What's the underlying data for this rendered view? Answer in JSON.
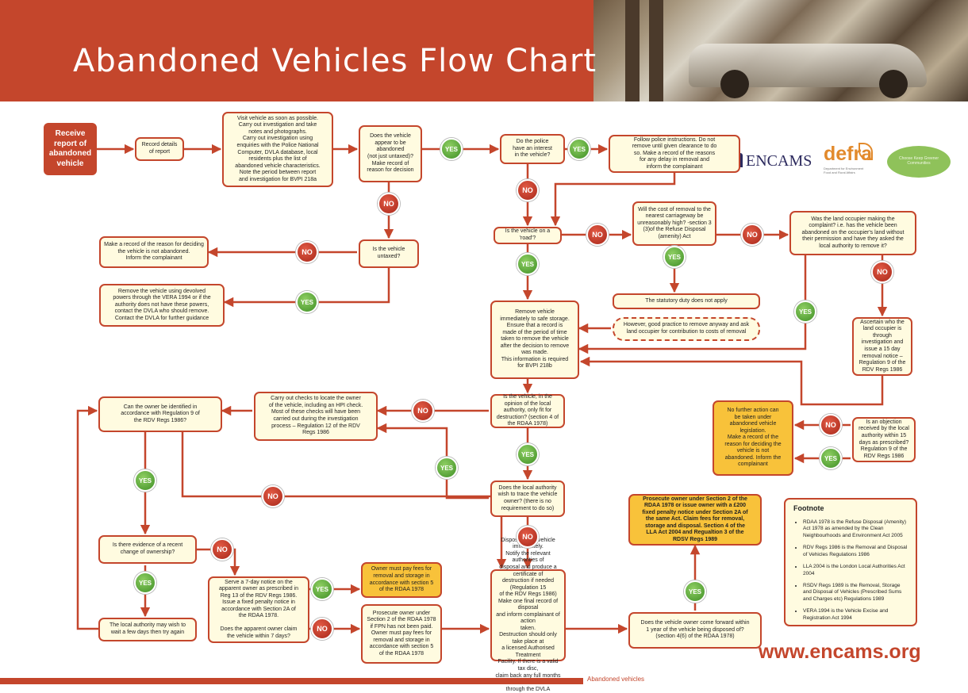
{
  "title": "Abandoned Vehicles Flow Chart",
  "website": "www.encams.org",
  "footer_text": "Abandoned vehicles",
  "logos": {
    "encams": "ENCAMS",
    "defra": "defra",
    "defra_sub": "Department for Environment Food and Rural Affairs",
    "green": "Choose Keep Greener Communities"
  },
  "colors": {
    "accent": "#c4462c",
    "box_fill": "#fffbe0",
    "highlight_fill": "#f8c23a",
    "yes": "#4a9a2e",
    "no": "#b93221"
  },
  "nodes": {
    "receive": "Receive\nreport of\nabandoned\nvehicle",
    "record_details": "Record details\nof report",
    "visit": "Visit vehicle as soon as possible.\nCarry out investigation and take\nnotes and photographs.\nCarry out investigation using\nenquiries with the Police National\nComputer, DVLA database, local\nresidents plus the list of\nabandoned vehicle characteristics.\nNote the period between report\nand investigation for BVPI 218a",
    "appear_abandoned": "Does the vehicle\nappear to be\nabandoned\n(not just untaxed)?\nMake record of\nreason for decision",
    "police_interest": "Do the police\nhave an interest\nin the vehicle?",
    "follow_police": "Follow police instructions. Do not\nremove until given clearance to do\nso. Make a record of the reasons\nfor any delay in removal and\ninform the complainant",
    "not_abandoned_record": "Make a record of the reason for deciding\nthe vehicle is not abandoned.\nInform the complainant",
    "untaxed": "Is the vehicle\nuntaxed?",
    "remove_devolved": "Remove the vehicle using devolved\npowers through the VERA 1994 or if the\nauthority does not have these powers,\ncontact the DVLA who should remove.\nContact the DVLA for further guidance",
    "on_road": "Is the vehicle on a 'road'?",
    "cost_removal": "Will the cost of removal to the\nnearest carriageway be\nunreasonably high? -section 3\n(3)of the Refuse Disposal\n(amenity) Act",
    "land_occupier": "Was the land occupier making the\ncomplaint? i.e. has the vehicle been\nabandoned on the occupier's land without\ntheir permission and have they asked the\nlocal authority to remove it?",
    "statutory_duty": "The statutory duty does not apply",
    "good_practice": "However, good practice to remove anyway and ask\nland occupier for contribution to costs of removal",
    "remove_safe": "Remove vehicle\nimmediately to safe storage.\nEnsure that a record is\nmade of the period of time\ntaken to remove the vehicle\nafter the decision to remove\nwas made.\nThis information is required\nfor BVPI 218b",
    "ascertain": "Ascertain who the\nland occupier is\nthrough\ninvestigation and\nissue a 15 day\nremoval notice –\nRegulation 9 of the\nRDV Regs 1986",
    "owner_identified": "Can the owner be identified in\naccordance with Regulation 9 of\nthe RDV Regs 1986?",
    "checks_locate": "Carry out checks to locate the owner\nof the vehicle, including an HPI check.\nMost of these checks will have been\ncarried out during the investigation\nprocess – Regulation 12 of the RDV\nRegs 1986",
    "fit_destruction": "Is the vehicle, in the\nopinion of the local\nauthority, only fit for\ndestruction? (section 4 of\nthe RDAA 1978)",
    "no_further_action": "No further action can\nbe taken under\nabandoned vehicle\nlegislation.\nMake a record of the\nreason for deciding the\nvehicle is not\nabandoned. Inform the\ncomplainant",
    "objection": "Is an objection\nreceived by the local\nauthority within 15\ndays as prescribed?\nRegulation 9 of the\nRDV Regs 1986",
    "trace_owner": "Does the local authority\nwish to trace the vehicle\nowner? (there is no\nrequirement to do so)",
    "prosecute_200": "Prosecute owner under Section 2 of the\nRDAA 1978 or issue owner with a £200\nfixed penalty notice under Section 2A of\nthe same Act. Claim fees for removal,\nstorage and disposal. Section 4 of the\nLLA Act 2004 and Regualtion 3 of the\nRDSV Regs 1989",
    "recent_change": "Is there evidence of a recent\nchange of ownership?",
    "serve_notice": "Serve a 7-day notice on the\napparent owner as prescribed in\nReg 13 of the RDV Regs 1986.\nIssue a fixed penalty notice in\naccordance with Section 2A of\nthe RDAA 1978.\n\nDoes the apparent owner claim\nthe vehicle within 7 days?",
    "owner_pay_fees": "Owner must pay fees for\nremoval and storage in\naccordance with section 5\nof the RDAA 1978",
    "prosecute_fpn": "Prosecute owner under\nSection 2 of the RDAA 1978\nif FPN has not been paid.\nOwner must pay fees for\nremoval and storage in\naccordance with section 5\nof the RDAA 1978",
    "dispose": "Dispose of the vehicle immediately.\nNotify the relevant authorities of\ndisposal and produce a certificate of\ndestruction if needed (Regulation 15\nof the RDV Regs 1986)\nMake one final record of disposal\nand inform complainant of action\ntaken.\nDestruction should only take place at\na licensed Authorised Treatment\nFacility. If there is a valid tax disc,\nclaim back any full months left\nthrough the DVLA",
    "owner_forward": "Does the vehicle owner come forward within\n1 year of the vehicle being disposed of?\n(section 4(6) of the RDAA 1978)",
    "wait_days": "The local authority may wish to\nwait a few days then try again"
  },
  "badges": {
    "yes": "YES",
    "no": "NO"
  },
  "footnote": {
    "title": "Footnote",
    "items": [
      "RDAA 1978 is the Refuse Disposal (Amenity) Act 1978 as amended by the Clean Neighbourhoods and Environment Act 2005",
      "RDV Regs 1986 is the Removal and Disposal of Vehicles Regulations 1986",
      "LLA 2004 is the London Local Authorities Act 2004",
      "RSDV Regs 1989 is the Removal, Storage and Disposal of Vehicles (Prescribed Sums and Charges etc) Regulations 1989",
      "VERA 1994 is the Vehicle Excise and Registration Act 1994"
    ]
  }
}
